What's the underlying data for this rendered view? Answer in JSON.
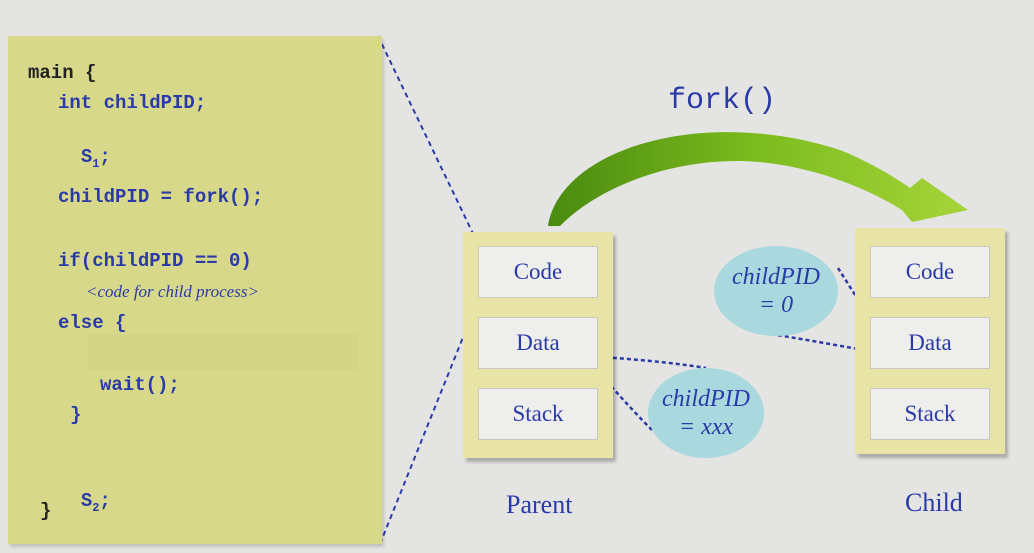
{
  "code": {
    "lines": [
      "main {",
      "int childPID;",
      "S",
      "childPID = fork();",
      "if(childPID == 0)",
      "else {",
      "wait();",
      "}",
      "S",
      "}"
    ],
    "s1_sub": "1",
    "s1_suffix": ";",
    "s2_sub": "2",
    "s2_suffix": ";",
    "comment": "<code for child process>"
  },
  "fork_title": "fork()",
  "parent": {
    "label": "Parent",
    "segments": [
      "Code",
      "Data",
      "Stack"
    ],
    "bubble_var": "childPID",
    "bubble_value": "= xxx"
  },
  "child": {
    "label": "Child",
    "segments": [
      "Code",
      "Data",
      "Stack"
    ],
    "bubble_var": "childPID",
    "bubble_value": "= 0"
  },
  "colors": {
    "code_panel": "#d8d88a",
    "text_blue": "#2a3aa8",
    "arrow_green": "#7ab81e",
    "bubble": "#a9d8df"
  }
}
